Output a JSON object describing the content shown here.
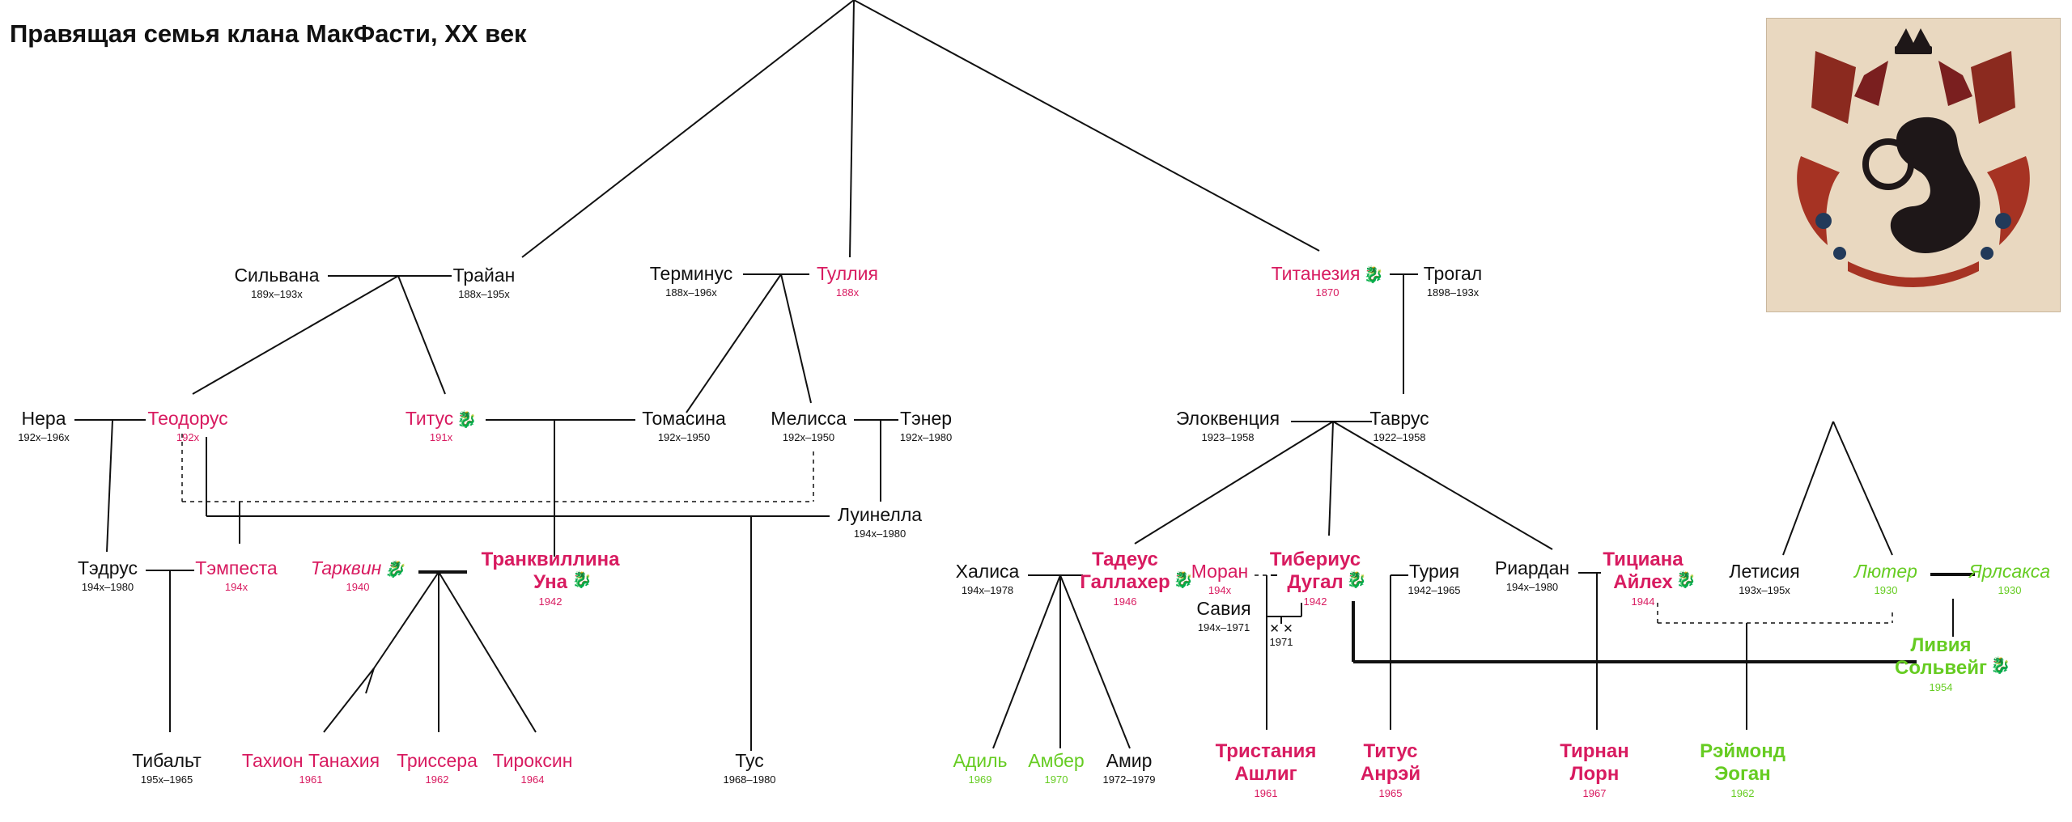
{
  "title": "Правящая семья клана МакФасти, XX век",
  "palette": {
    "black": "#111111",
    "pink": "#d81b60",
    "green": "#66cc22",
    "dragon": "#3a8a2a"
  },
  "crest": {
    "kind": "clan-crest-image",
    "description": ""
  },
  "people": {
    "silvana": {
      "name": "Сильвана",
      "dates": "189x–193x"
    },
    "trajan": {
      "name": "Трайан",
      "dates": "188x–195x"
    },
    "terminus": {
      "name": "Терминус",
      "dates": "188x–196x"
    },
    "tullia": {
      "name": "Туллия",
      "dates": "188x"
    },
    "titanesia": {
      "name": "Титанезия",
      "dates": "1870"
    },
    "trogal": {
      "name": "Трогал",
      "dates": "1898–193x"
    },
    "nera": {
      "name": "Нера",
      "dates": "192x–196x"
    },
    "theodorus": {
      "name": "Теодорус",
      "dates": "192x"
    },
    "titus": {
      "name": "Титус",
      "dates": "191x"
    },
    "tomasina": {
      "name": "Томасина",
      "dates": "192x–1950"
    },
    "melissa": {
      "name": "Мелисса",
      "dates": "192x–1950"
    },
    "tener": {
      "name": "Тэнер",
      "dates": "192x–1980"
    },
    "eloquentia": {
      "name": "Элоквенция",
      "dates": "1923–1958"
    },
    "taurus": {
      "name": "Таврус",
      "dates": "1922–1958"
    },
    "luinella": {
      "name": "Луинелла",
      "dates": "194x–1980"
    },
    "tedrus": {
      "name": "Тэдрус",
      "dates": "194x–1980"
    },
    "tempesta": {
      "name": "Тэмпеста",
      "dates": "194x"
    },
    "tarquin": {
      "name": "Тарквин",
      "dates": "1940"
    },
    "tranquillina": {
      "name": "Транквиллина\nУна",
      "dates": "1942"
    },
    "khalisa": {
      "name": "Халиса",
      "dates": "194x–1978"
    },
    "tadeus": {
      "name": "Тадеус\nГаллахер",
      "dates": "1946"
    },
    "moran": {
      "name": "Моран",
      "dates": "194x"
    },
    "tiberius": {
      "name": "Тибериус\nДугал",
      "dates": "1942"
    },
    "savia": {
      "name": "Савия",
      "dates": "194x–1971"
    },
    "savia_marks": {
      "symbol": "✕ ✕",
      "year": "1971"
    },
    "turia": {
      "name": "Турия",
      "dates": "1942–1965"
    },
    "riardan": {
      "name": "Риардан",
      "dates": "194x–1980"
    },
    "tiziana": {
      "name": "Тициана\nАйлех",
      "dates": "1944"
    },
    "leticia": {
      "name": "Летисия",
      "dates": "193x–195x"
    },
    "luther": {
      "name": "Лютер",
      "dates": "1930"
    },
    "yarlsaksa": {
      "name": "Ярлсакса",
      "dates": "1930"
    },
    "livia": {
      "name": "Ливия\nСольвейг",
      "dates": "1954"
    },
    "tibalt": {
      "name": "Тибальт",
      "dates": "195x–1965"
    },
    "tachion": {
      "name": "Тахион Танахия",
      "dates": "1961"
    },
    "trissera": {
      "name": "Триссера",
      "dates": "1962"
    },
    "tiroxin": {
      "name": "Тироксин",
      "dates": "1964"
    },
    "tus": {
      "name": "Тус",
      "dates": "1968–1980"
    },
    "adil": {
      "name": "Адиль",
      "dates": "1969"
    },
    "amber": {
      "name": "Амбер",
      "dates": "1970"
    },
    "amir": {
      "name": "Амир",
      "dates": "1972–1979"
    },
    "tristania": {
      "name": "Тристания\nАшлиг",
      "dates": "1961"
    },
    "titus2": {
      "name": "Титус\nАнрэй",
      "dates": "1965"
    },
    "tirnan": {
      "name": "Тирнан\nЛорн",
      "dates": "1967"
    },
    "raymond": {
      "name": "Рэймонд\nЭоган",
      "dates": "1962"
    }
  }
}
